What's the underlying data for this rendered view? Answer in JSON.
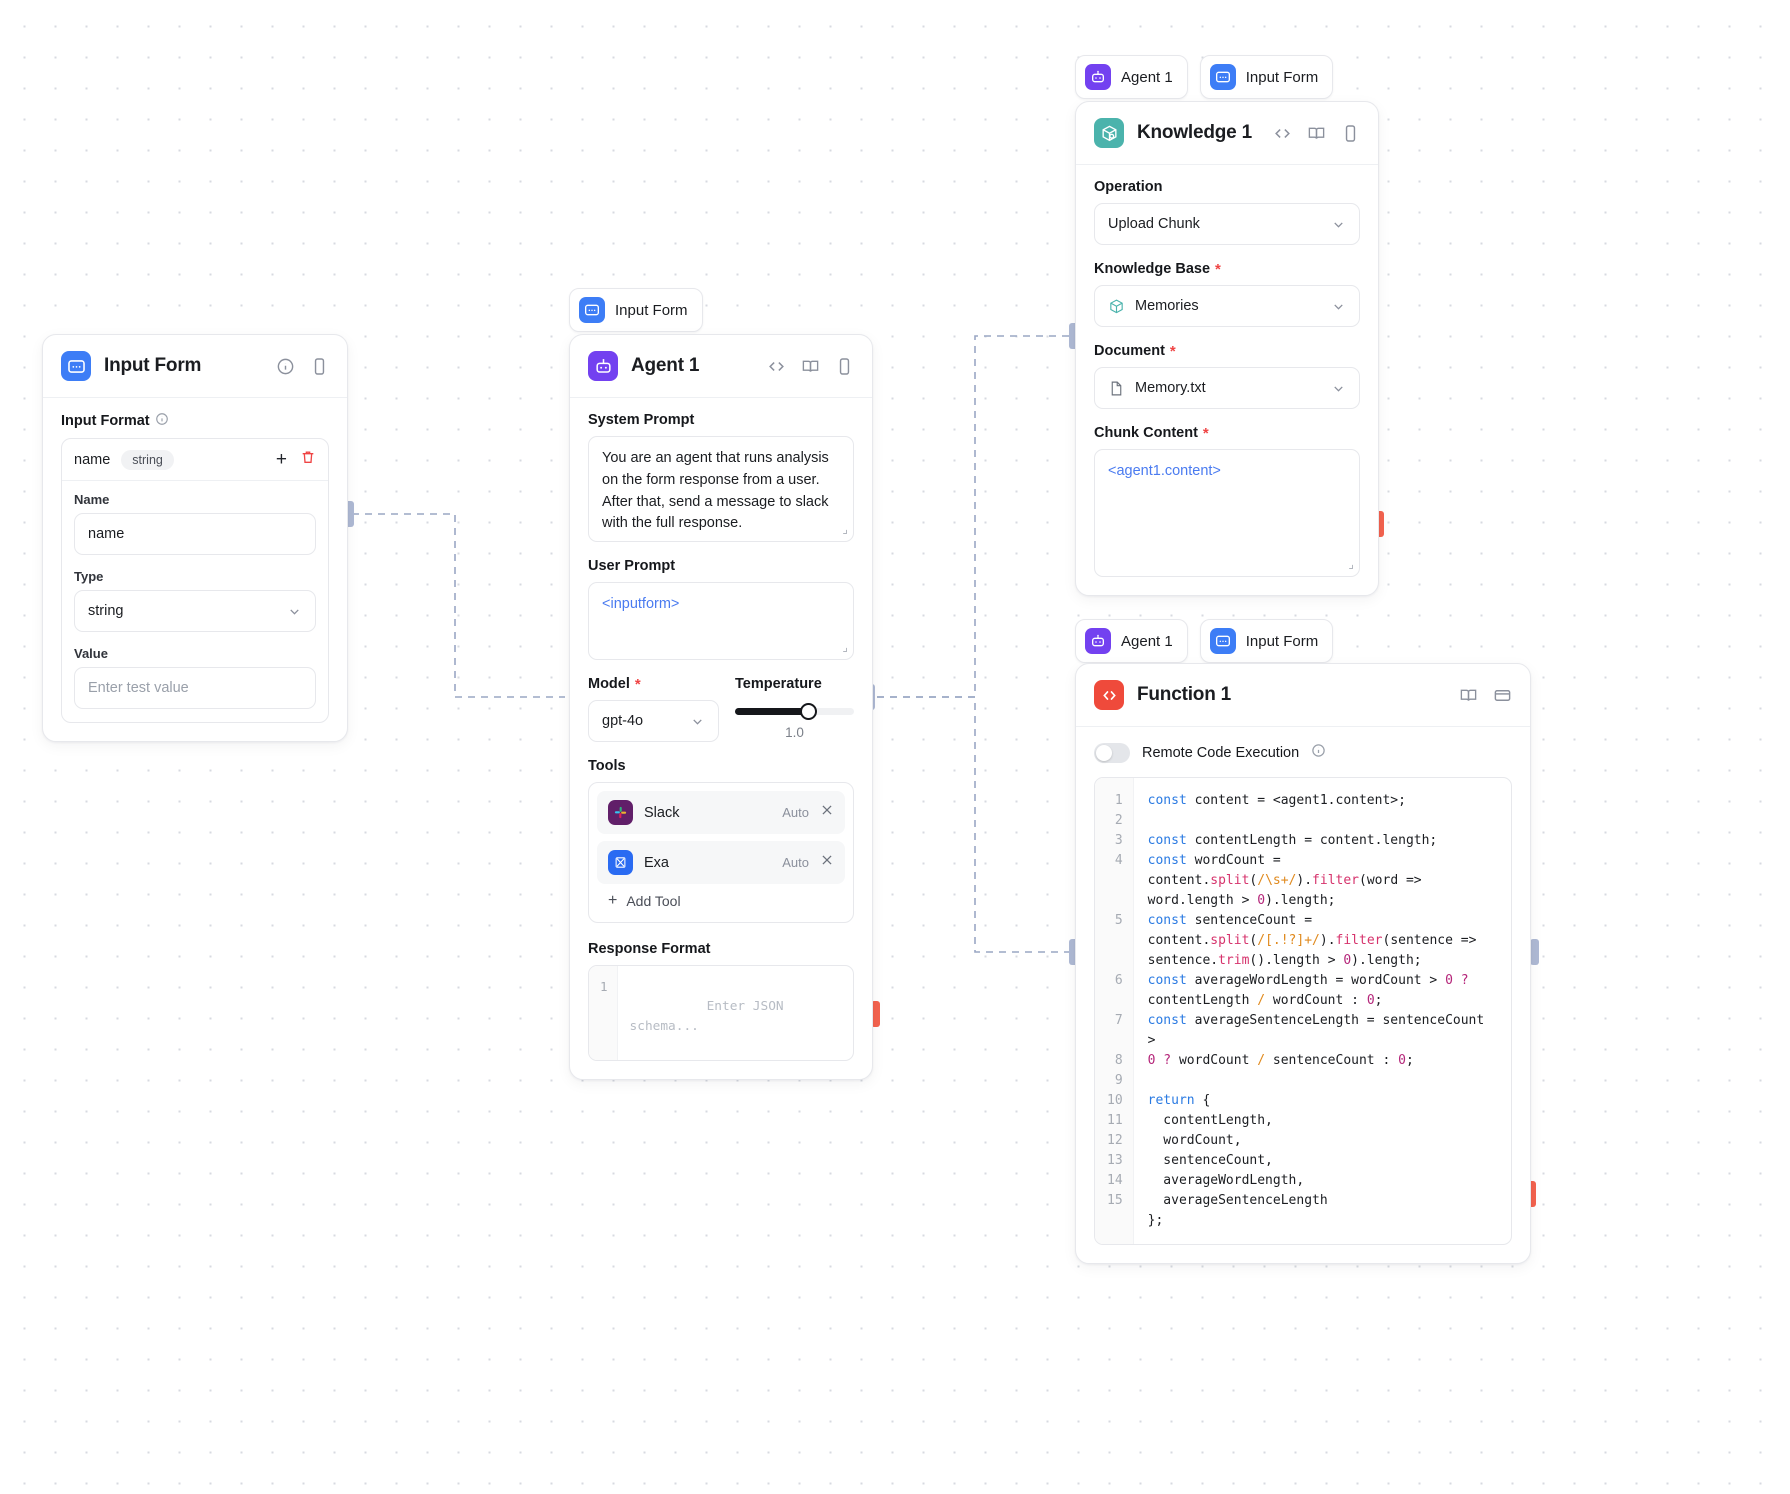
{
  "nodes": {
    "input_form": {
      "title": "Input Form",
      "icon": "input-form-icon",
      "header_icons": [
        "info-icon",
        "phone-icon"
      ],
      "input_format_label": "Input Format",
      "field": {
        "name_chip": "name",
        "type_chip": "string",
        "name_label": "Name",
        "name_value": "name",
        "type_label": "Type",
        "type_value": "string",
        "value_label": "Value",
        "value_placeholder": "Enter test value"
      }
    },
    "agent": {
      "badge": "Input Form",
      "title": "Agent 1",
      "header_icons": [
        "code-icon",
        "book-icon",
        "phone-icon"
      ],
      "system_prompt_label": "System Prompt",
      "system_prompt": "You are an agent that runs analysis on the form response from a user. After that, send a message to slack with the full response.",
      "user_prompt_label": "User Prompt",
      "user_prompt": "<inputform>",
      "model_label": "Model",
      "model_value": "gpt-4o",
      "temperature_label": "Temperature",
      "temperature_value": "1.0",
      "tools_label": "Tools",
      "tools": [
        {
          "name": "Slack",
          "mode": "Auto"
        },
        {
          "name": "Exa",
          "mode": "Auto"
        }
      ],
      "add_tool_label": "Add Tool",
      "response_format_label": "Response Format",
      "response_format_line": "1",
      "response_format_placeholder": "Enter JSON schema..."
    },
    "knowledge": {
      "badges": [
        "Agent 1",
        "Input Form"
      ],
      "title": "Knowledge 1",
      "header_icons": [
        "code-icon",
        "book-icon",
        "phone-icon"
      ],
      "operation_label": "Operation",
      "operation_value": "Upload Chunk",
      "knowledge_base_label": "Knowledge Base",
      "knowledge_base_value": "Memories",
      "document_label": "Document",
      "document_value": "Memory.txt",
      "chunk_content_label": "Chunk Content",
      "chunk_content_value": "<agent1.content>"
    },
    "function": {
      "badges": [
        "Agent 1",
        "Input Form"
      ],
      "title": "Function 1",
      "header_icons": [
        "book-icon",
        "expand-icon"
      ],
      "remote_label": "Remote Code Execution",
      "remote_enabled": false,
      "code_lines": [
        {
          "n": "1",
          "text": "const content = <agent1.content>;"
        },
        {
          "n": "2",
          "text": ""
        },
        {
          "n": "3",
          "text": "const contentLength = content.length;"
        },
        {
          "n": "4",
          "text": "const wordCount = content.split(/\\s+/).filter(word => word.length > 0).length;"
        },
        {
          "n": "5",
          "text": "const sentenceCount = content.split(/[.!?]+/).filter(sentence => sentence.trim().length > 0).length;"
        },
        {
          "n": "6",
          "text": "const averageWordLength = wordCount > 0 ? contentLength / wordCount : 0;"
        },
        {
          "n": "7",
          "text": "const averageSentenceLength = sentenceCount > 0 ? wordCount / sentenceCount : 0;"
        },
        {
          "n": "8",
          "text": ""
        },
        {
          "n": "9",
          "text": "return {"
        },
        {
          "n": "10",
          "text": "  contentLength,"
        },
        {
          "n": "11",
          "text": "  wordCount,"
        },
        {
          "n": "12",
          "text": "  sentenceCount,"
        },
        {
          "n": "13",
          "text": "  averageWordLength,"
        },
        {
          "n": "14",
          "text": "  averageSentenceLength"
        },
        {
          "n": "15",
          "text": "};"
        }
      ]
    }
  },
  "colors": {
    "input_form": "#3d7df6",
    "agent": "#7341f0",
    "knowledge": "#4bb3ac",
    "function": "#ef4a3b",
    "token": "#4a7bf0",
    "required": "#ef4444",
    "wire": "#9aa7c4"
  }
}
